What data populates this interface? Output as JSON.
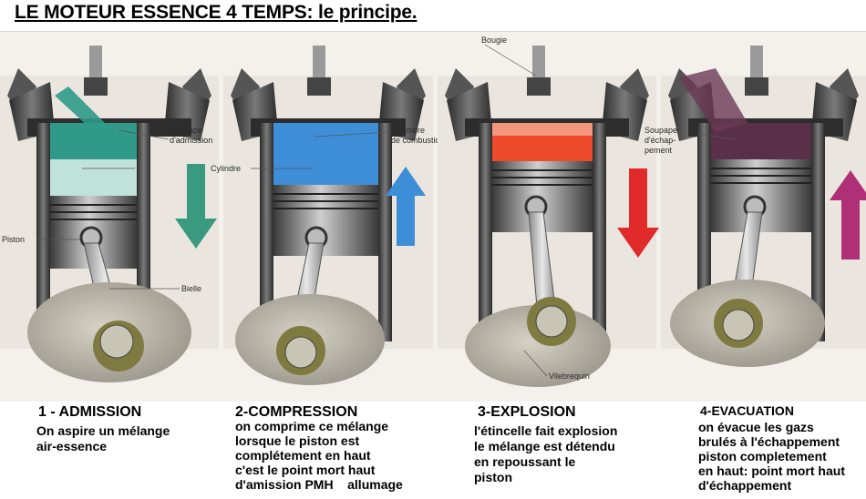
{
  "title": "LE MOTEUR ESSENCE 4 TEMPS: le principe.",
  "labels": {
    "soupape_admission_1": "Soupape",
    "soupape_admission_2": "d'admission",
    "cylindre": "Cylindre",
    "piston": "Piston",
    "bielle": "Bielle",
    "chambre_1": "Chambre",
    "chambre_2": "de combustion",
    "bougie": "Bougie",
    "vilebrequin": "Vilebrequin",
    "soupape_echap_1": "Soupape",
    "soupape_echap_2": "d'échap-",
    "soupape_echap_3": "pement"
  },
  "steps": [
    {
      "title": "1 - ADMISSION",
      "lines": [
        "On aspire un mélange",
        "air-essence"
      ],
      "gas_color": "#2f9a8a",
      "arrow_color": "#3a9a80",
      "arrow_dir": "down"
    },
    {
      "title": "2-COMPRESSION",
      "lines": [
        "on comprime ce mélange",
        "lorsque le piston est",
        "complétement en haut",
        "c'est le point mort haut",
        "d'amission PMH    allumage"
      ],
      "gas_color": "#3f8fd8",
      "arrow_color": "#3d8ed6",
      "arrow_dir": "up"
    },
    {
      "title": "3-EXPLOSION",
      "lines": [
        "l'étincelle fait explosion",
        "le mélange est détendu",
        "en repoussant le",
        "piston"
      ],
      "gas_color": "#ee4a2c",
      "arrow_color": "#e12a2a",
      "arrow_dir": "down"
    },
    {
      "title": "4-EVACUATION",
      "lines": [
        "on évacue les gazs",
        "brulés à l'échappement",
        "piston completement",
        "en haut: point mort haut",
        "d'échappement"
      ],
      "gas_color": "#5a3048",
      "arrow_color": "#b03078",
      "arrow_dir": "up"
    }
  ]
}
